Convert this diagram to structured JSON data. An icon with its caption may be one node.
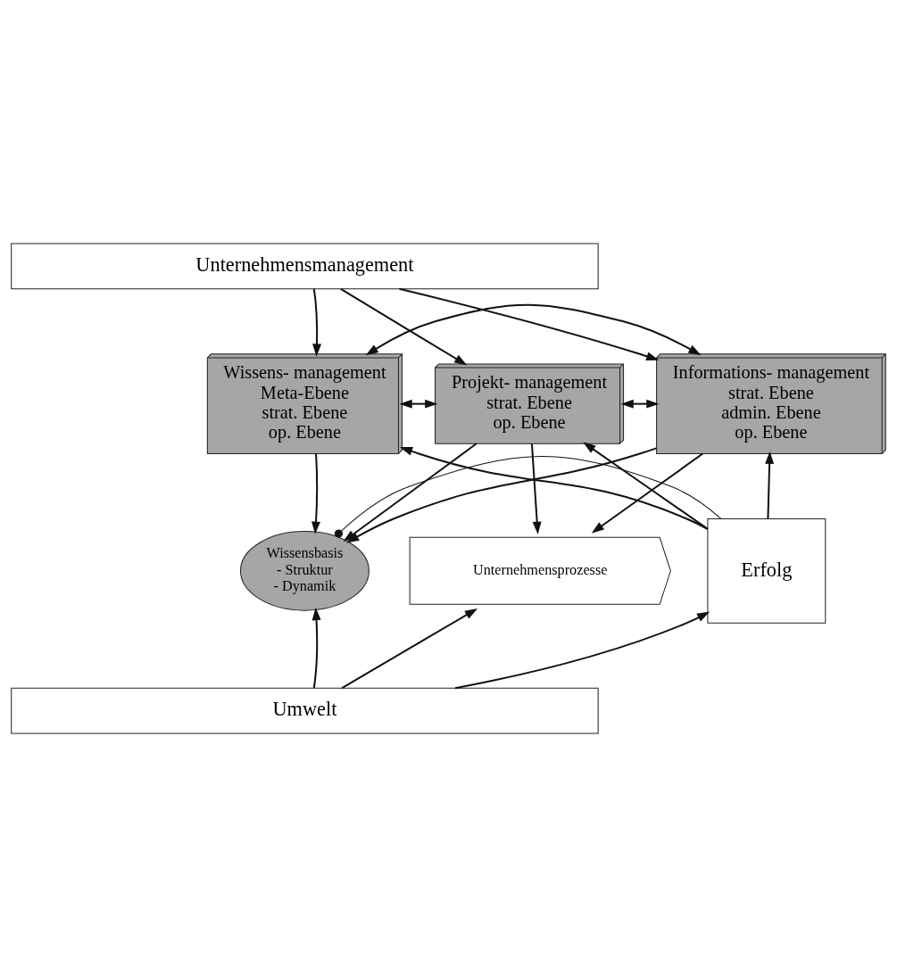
{
  "diagram": {
    "nodes": [
      {
        "text": [
          "Unternehmensmanagement"
        ]
      },
      {
        "text": [
          "Wissens- management",
          "Meta-Ebene",
          "strat. Ebene",
          "op. Ebene"
        ]
      },
      {
        "text": [
          "Informations- management",
          "strat. Ebene",
          "admin. Ebene",
          "op. Ebene"
        ]
      },
      {
        "text": [
          "Projekt- management",
          "strat. Ebene",
          "op. Ebene"
        ]
      },
      {
        "text": [
          "Wissensbasis",
          "- Struktur",
          "- Dynamik"
        ]
      },
      {
        "text": [
          "Unternehmensprozesse"
        ]
      },
      {
        "text": [
          "Erfolg"
        ]
      },
      {
        "text": [
          "Umwelt"
        ]
      }
    ],
    "edges": [
      {
        "from": 0,
        "to": 1,
        "arrow": "to"
      },
      {
        "from": 0,
        "to": 2,
        "arrow": "to"
      },
      {
        "from": 0,
        "to": 3,
        "arrow": "to"
      },
      {
        "from": 1,
        "to": 3,
        "arrow": "both"
      },
      {
        "from": 1,
        "to": 2,
        "arrow": "both"
      },
      {
        "from": 2,
        "to": 3,
        "arrow": "both"
      },
      {
        "from": 1,
        "to": 4,
        "arrow": "to"
      },
      {
        "from": 2,
        "to": 4,
        "arrow": "to"
      },
      {
        "from": 3,
        "to": 4,
        "arrow": "to"
      },
      {
        "from": 2,
        "to": 5,
        "arrow": "to"
      },
      {
        "from": 3,
        "to": 5,
        "arrow": "to"
      },
      {
        "from": 6,
        "to": 1,
        "arrow": "to"
      },
      {
        "from": 6,
        "to": 2,
        "arrow": "to"
      },
      {
        "from": 6,
        "to": 3,
        "arrow": "to"
      },
      {
        "from": 4,
        "to": 6,
        "arrow": "other"
      },
      {
        "from": 7,
        "to": 4,
        "arrow": "to"
      },
      {
        "from": 7,
        "to": 5,
        "arrow": "to"
      },
      {
        "from": 7,
        "to": 6,
        "arrow": "to"
      }
    ]
  }
}
